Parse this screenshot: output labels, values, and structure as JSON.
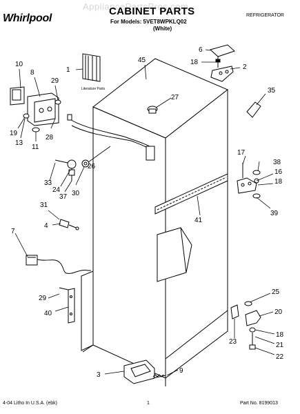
{
  "header": {
    "watermark": "AppliancePartsPros.com",
    "brand": "Whirlpool",
    "title": "CABINET PARTS",
    "models": "For Models: 5VET8WPKLQ02",
    "color": "(White)",
    "category": "REFRIGERATOR"
  },
  "footer": {
    "print_info": "4-04 Litho In U.S.A. (ebk)",
    "page": "1",
    "part_number": "Part No. 8199013"
  },
  "literature_label": "Literature Parts",
  "callouts": {
    "c1": "1",
    "c2": "2",
    "c3": "3",
    "c4": "4",
    "c6": "6",
    "c7": "7",
    "c8": "8",
    "c9": "9",
    "c10": "10",
    "c11": "11",
    "c13": "13",
    "c16": "16",
    "c17": "17",
    "c18a": "18",
    "c18b": "18",
    "c18c": "18",
    "c19": "19",
    "c20": "20",
    "c21": "21",
    "c22": "22",
    "c23": "23",
    "c24": "24",
    "c25": "25",
    "c26": "26",
    "c27": "27",
    "c28": "28",
    "c29a": "29",
    "c29b": "29",
    "c30": "30",
    "c31": "31",
    "c33": "33",
    "c35": "35",
    "c37": "37",
    "c38": "38",
    "c39": "39",
    "c40": "40",
    "c41": "41",
    "c45": "45"
  }
}
